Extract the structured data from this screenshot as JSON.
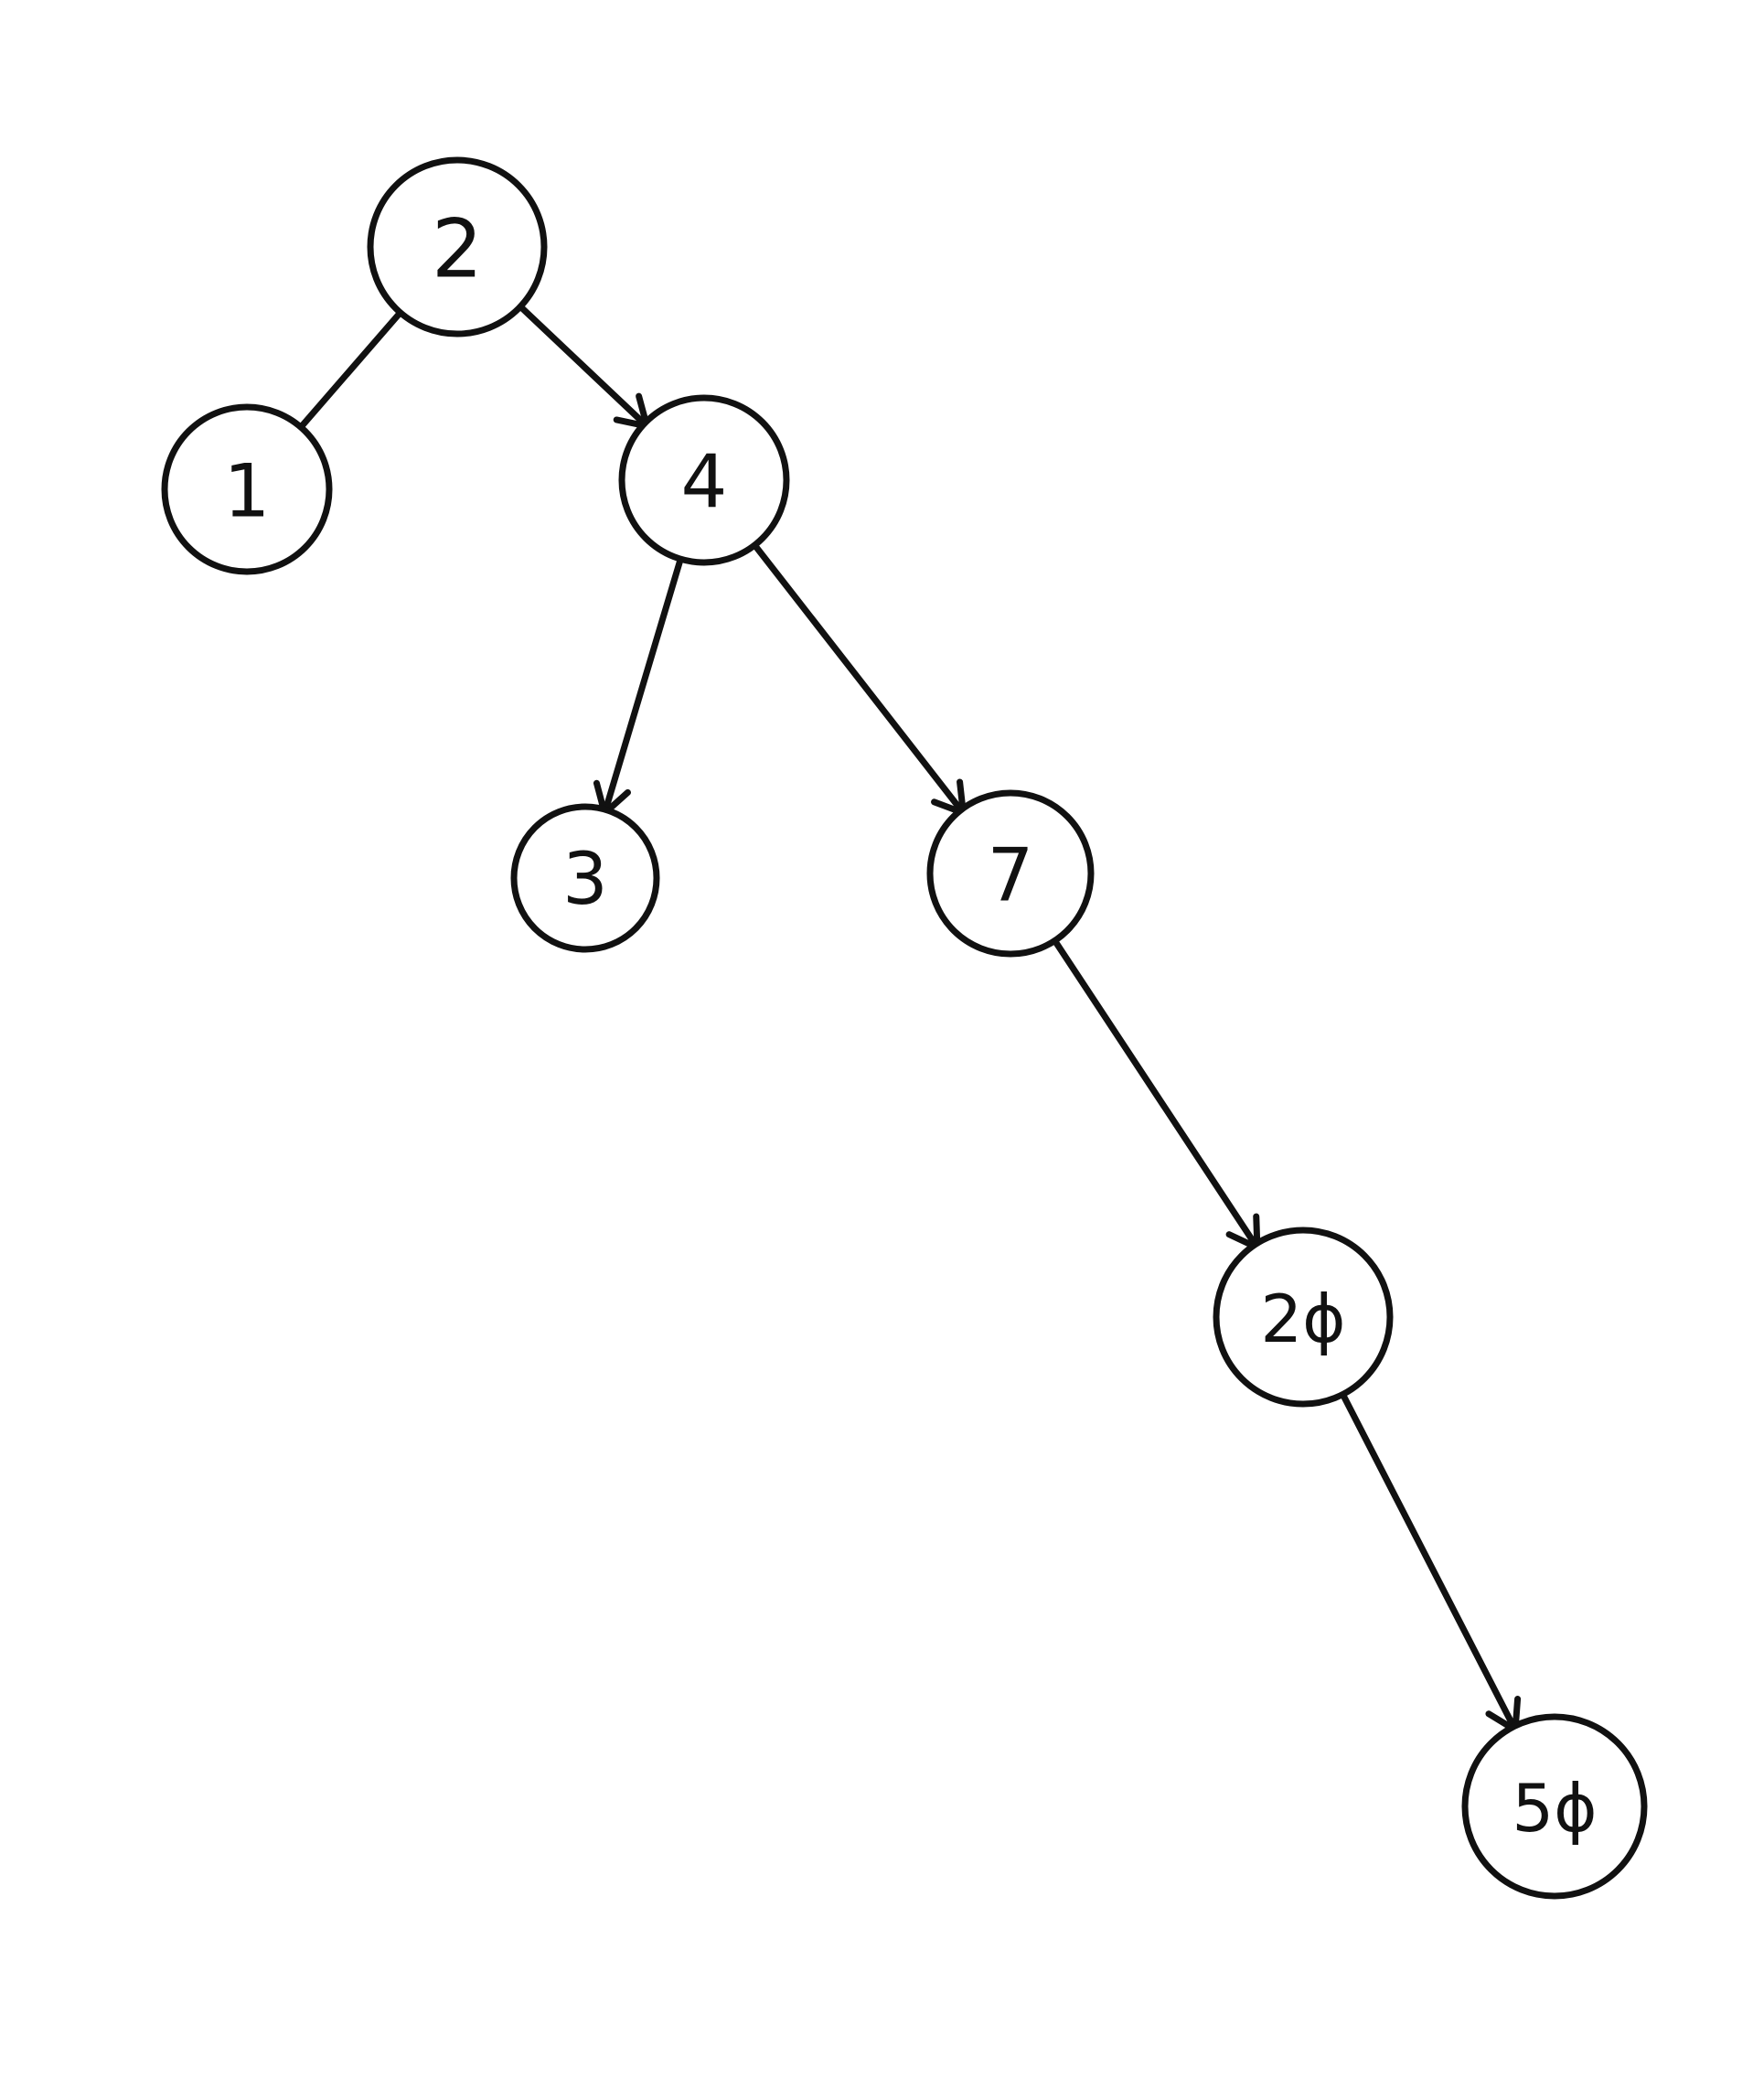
{
  "tree": {
    "nodes": [
      {
        "id": "n2",
        "label": "2"
      },
      {
        "id": "n1",
        "label": "1"
      },
      {
        "id": "n4",
        "label": "4"
      },
      {
        "id": "n3",
        "label": "3"
      },
      {
        "id": "n7",
        "label": "7"
      },
      {
        "id": "n20",
        "label": "2ϕ"
      },
      {
        "id": "n50",
        "label": "5ϕ"
      }
    ],
    "edges": [
      {
        "from": "n2",
        "to": "n1",
        "arrow": false
      },
      {
        "from": "n2",
        "to": "n4",
        "arrow": true
      },
      {
        "from": "n4",
        "to": "n3",
        "arrow": true
      },
      {
        "from": "n4",
        "to": "n7",
        "arrow": true
      },
      {
        "from": "n7",
        "to": "n20",
        "arrow": true
      },
      {
        "from": "n20",
        "to": "n50",
        "arrow": true
      }
    ]
  },
  "colors": {
    "ink": "#111111",
    "paper": "#ffffff"
  }
}
